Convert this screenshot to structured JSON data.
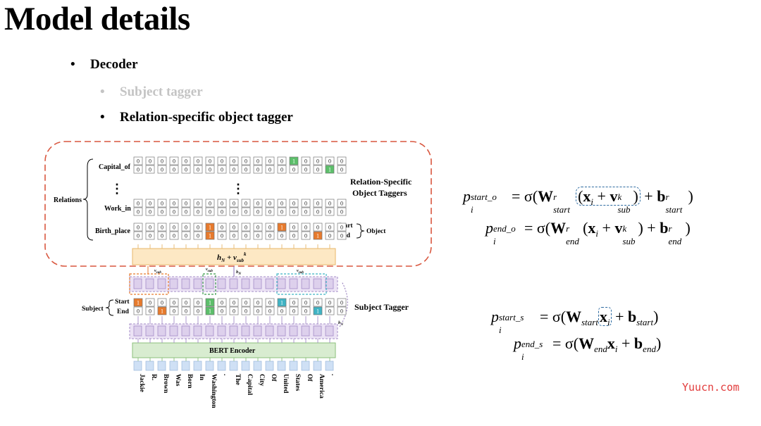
{
  "slide": {
    "title": "Model details",
    "bullets": [
      {
        "label": "Decoder",
        "dimmed": false
      },
      {
        "label": "Subject tagger",
        "dimmed": true
      },
      {
        "label": "Relation-specific object tagger",
        "dimmed": false
      }
    ]
  },
  "diagram": {
    "relations_label": "Relations",
    "relation_rows": [
      "Capital_of",
      "Work_in",
      "Birth_place"
    ],
    "vertical_dots": "⋮",
    "object_labels": {
      "start": "Start",
      "end": "End",
      "object": "Object"
    },
    "subject_labels": {
      "start": "Start",
      "end": "End",
      "subject": "Subject"
    },
    "object_taggers_title": [
      "Relation-Specific",
      "Object Taggers"
    ],
    "subject_tagger_title": "Subject Tagger",
    "hn_vsub_label": "h_N + v_sub^k",
    "encoder_label": "BERT Encoder",
    "vsub_label": "v_sub",
    "hn_label": "h_N",
    "tokens": [
      "Jackie",
      "R.",
      "Brown",
      "Was",
      "Born",
      "In",
      "Washington",
      ".",
      "The",
      "Capital",
      "City",
      "Of",
      "United",
      "States",
      "Of",
      "America",
      "."
    ],
    "capital_of": {
      "start": [
        0,
        0,
        0,
        0,
        0,
        0,
        0,
        0,
        0,
        0,
        0,
        0,
        0,
        1,
        0,
        0,
        0,
        0
      ],
      "end": [
        0,
        0,
        0,
        0,
        0,
        0,
        0,
        0,
        0,
        0,
        0,
        0,
        0,
        0,
        0,
        0,
        1,
        0
      ]
    },
    "work_in": {
      "start": [
        0,
        0,
        0,
        0,
        0,
        0,
        0,
        0,
        0,
        0,
        0,
        0,
        0,
        0,
        0,
        0,
        0,
        0
      ],
      "end": [
        0,
        0,
        0,
        0,
        0,
        0,
        0,
        0,
        0,
        0,
        0,
        0,
        0,
        0,
        0,
        0,
        0,
        0
      ]
    },
    "birth_place": {
      "start": [
        0,
        0,
        0,
        0,
        0,
        0,
        1,
        0,
        0,
        0,
        0,
        0,
        1,
        0,
        0,
        0,
        0,
        0
      ],
      "end": [
        0,
        0,
        0,
        0,
        0,
        0,
        1,
        0,
        0,
        0,
        0,
        0,
        0,
        0,
        0,
        1,
        0,
        0
      ]
    },
    "subject": {
      "start": [
        1,
        0,
        0,
        0,
        0,
        0,
        1,
        0,
        0,
        0,
        0,
        0,
        1,
        0,
        0,
        0,
        0,
        0
      ],
      "end": [
        0,
        0,
        1,
        0,
        0,
        0,
        1,
        0,
        0,
        0,
        0,
        0,
        0,
        0,
        0,
        1,
        0,
        0
      ]
    },
    "colors": {
      "orange": "#e77a2c",
      "green": "#5cbf6a",
      "teal": "#3fb3c4",
      "outer_border": "#d9573f",
      "purple_fill": "#ddd0ec",
      "purple_border": "#a48cc8",
      "yellow_fill": "#fde8c4",
      "yellow_border": "#e8b76a",
      "encoder_fill": "#d8ecd0",
      "encoder_border": "#8bbf7b",
      "token_fill": "#cfe0f5",
      "blue_dash": "#2c6aa0"
    }
  },
  "equations": {
    "obj_start": {
      "lhs_sub": "i",
      "lhs_sup": "start_o",
      "w_sub": "start",
      "w_sup": "r",
      "v_sub": "sub",
      "v_sup": "k",
      "b_sub": "start",
      "b_sup": "r"
    },
    "obj_end": {
      "lhs_sub": "i",
      "lhs_sup": "end_o",
      "w_sub": "end",
      "w_sup": "r",
      "v_sub": "sub",
      "v_sup": "k",
      "b_sub": "end",
      "b_sup": "r"
    },
    "subj_start": {
      "lhs_sub": "i",
      "lhs_sup": "start_s",
      "w_sub": "start",
      "b_sub": "start"
    },
    "subj_end": {
      "lhs_sub": "i",
      "lhs_sup": "end_s",
      "w_sub": "end",
      "b_sub": "end"
    }
  },
  "watermark": "Yuucn.com"
}
